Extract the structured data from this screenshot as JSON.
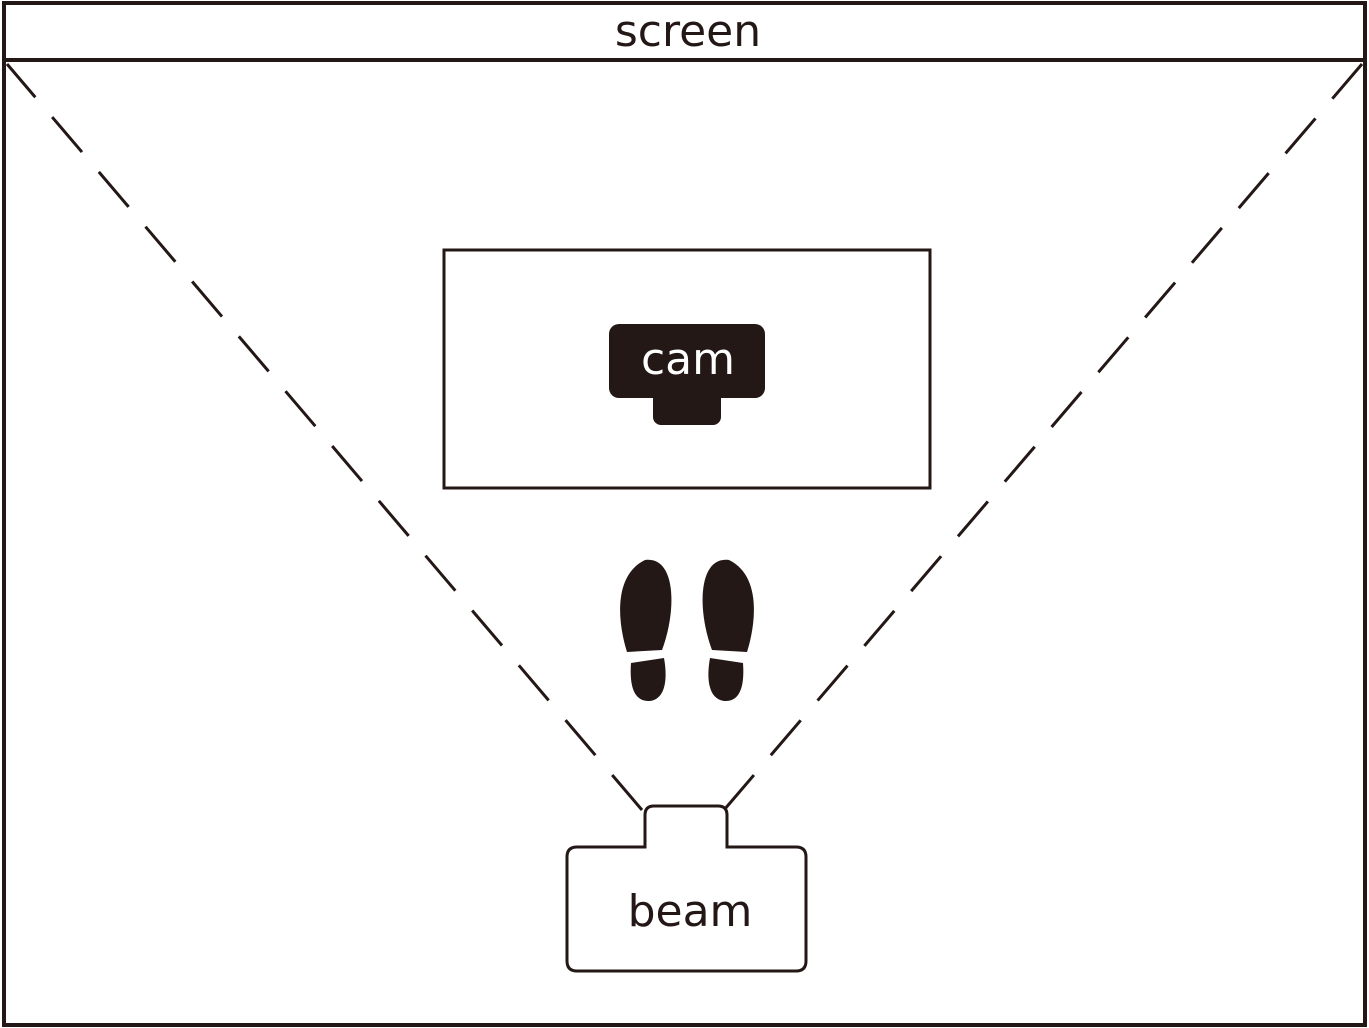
{
  "labels": {
    "screen": "screen",
    "cam": "cam",
    "beam": "beam"
  },
  "colors": {
    "ink": "#231815",
    "background": "#ffffff",
    "cam_text": "#ffffff"
  },
  "icons": {
    "feet": "footprints-icon",
    "camera": "camera-icon",
    "projector": "projector-icon"
  }
}
